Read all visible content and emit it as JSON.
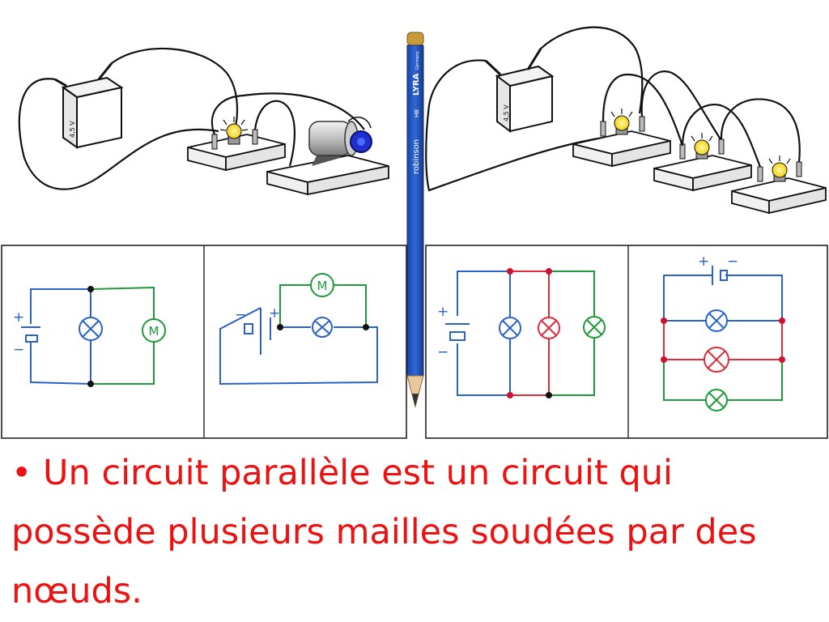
{
  "slide": {
    "caption": {
      "bullet": "•",
      "text": " Un circuit parallèle est un circuit qui possède plusieurs mailles soudées par des nœuds."
    }
  },
  "battery_label": "4,5 V",
  "pencil": {
    "brand": "LYRA",
    "model": "robinson",
    "grade": "HB",
    "origin": "Germany"
  },
  "symbols": {
    "plus": "+",
    "minus": "−",
    "motor": "M"
  },
  "wire_colors": {
    "blue": "#2a62c9",
    "green": "#1f9a3a",
    "red": "#e12a3a",
    "black": "#111111",
    "node": "#111111"
  },
  "icons": [
    "battery-icon",
    "bulb-icon",
    "motor-icon",
    "pencil-icon",
    "lamp-symbol-icon",
    "motor-symbol-icon",
    "generator-symbol-icon"
  ]
}
